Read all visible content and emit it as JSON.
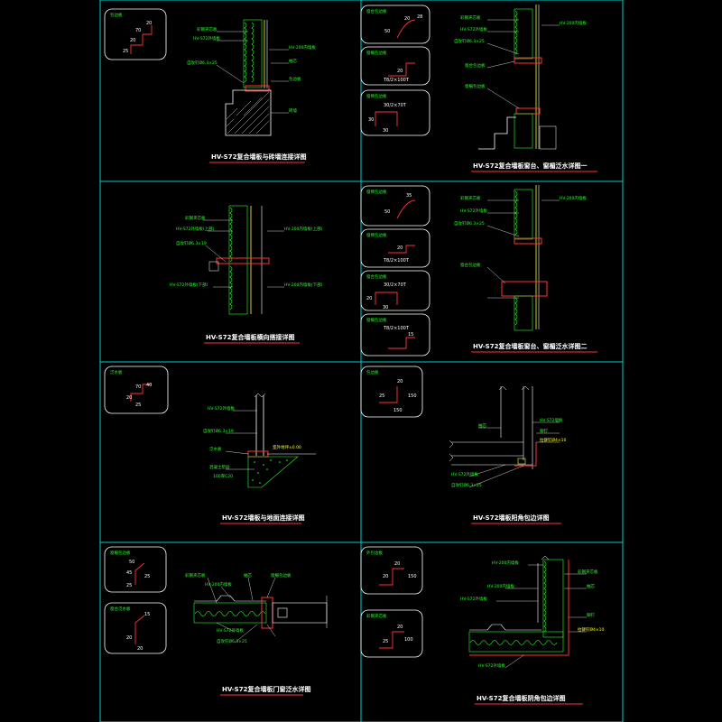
{
  "colors": {
    "background": "#000000",
    "frame": "#00cccc",
    "insul": "#2bff2b",
    "steel": "#ffffff",
    "flash": "#ff3333",
    "trim": "#ffff33",
    "box": "#ff2fff"
  },
  "panels": [
    {
      "title": "HV-S72复合墙板与砖墙连接详图",
      "callout_title": "包边板",
      "dims": [
        "20",
        "70",
        "20",
        "25"
      ],
      "labels": [
        "彩钢夹芯板",
        "HV-S72外墙板",
        "HV-200内墙板",
        "自攻钉Ø6.3×25",
        "抽芯",
        "包边板",
        "砖墙"
      ]
    },
    {
      "title": "HV-S72复合墙板窗台、窗楣泛水详图一",
      "callout_title": "窗台包边板",
      "dims": [
        "50",
        "20",
        "28",
        "20",
        "30",
        "30"
      ],
      "sub_callouts": [
        {
          "title": "窗楣包边板",
          "text": "T8/2×100T"
        },
        {
          "title": "窗侧包边板",
          "text": "30/2×70T"
        }
      ],
      "labels": [
        "彩钢夹芯板",
        "HV-S72外墙板",
        "HV-200内墙板",
        "自攻钉Ø6.3×25",
        "窗台包边板",
        "窗楣包边板"
      ]
    },
    {
      "title": "HV-S72复合墙板横向搭接详图",
      "callout_title": "",
      "dims": [],
      "labels": [
        "彩钢夹芯板",
        "HV-S72外墙板(上部)",
        "HV-200内墙板(上部)",
        "自攻钉Ø6.3×19",
        "HV-S72外墙板(下部)",
        "HV-200内墙板(下部)"
      ]
    },
    {
      "title": "HV-S72复合墙板窗台、窗楣泛水详图二",
      "callout_title": "窗侧包边板",
      "dims": [
        "50",
        "35",
        "20",
        "20",
        "30",
        "15"
      ],
      "sub_callouts": [
        {
          "title": "窗侧包边板",
          "text": "T8/2×100T"
        },
        {
          "title": "窗台包边板",
          "text": "30/2×70T"
        },
        {
          "title": "窗楣包边板",
          "text": "T8/2×100T"
        }
      ],
      "labels": [
        "彩钢夹芯板",
        "HV-S72外墙板",
        "自攻钉Ø6.3×25",
        "HV-200内墙板",
        "窗台包边板"
      ]
    },
    {
      "title": "HV-S72墙板与地面连接详图",
      "callout_title": "泛水板",
      "dims": [
        "70",
        "40",
        "20",
        "25"
      ],
      "labels": [
        "HV-S72外墙板",
        "自攻钉Ø6.3×19",
        "泛水板",
        "室外地坪±0.00",
        "混凝土垫层",
        "100厚C20"
      ]
    },
    {
      "title": "HV-S72墙板阳角包边详图",
      "callout_title": "包边板",
      "dims": [
        "25",
        "150",
        "20",
        "150"
      ],
      "labels": [
        "抽芯",
        "HV-S72墙板",
        "铆钉",
        "拉铆钉Ø4×10",
        "HV-S72外墙板",
        "自攻钉Ø6.3×25"
      ]
    },
    {
      "title": "HV-S72复合墙板门窗泛水详图",
      "callout_title": "窗楣包边板",
      "dims": [
        "50",
        "45",
        "25",
        "25",
        "15",
        "20",
        "20"
      ],
      "labels": [
        "彩钢夹芯板",
        "HV-200内墙板",
        "抽芯",
        "窗楣包边板",
        "窗台泛水板",
        "HV-S72外墙板",
        "自攻钉Ø6.3×25"
      ]
    },
    {
      "title": "HV-S72复合墙板阴角包边详图",
      "callout_title": "外包边板",
      "dims": [
        "20",
        "20",
        "150",
        "20",
        "25",
        "100"
      ],
      "labels": [
        "HV-200内墙板",
        "彩钢夹芯板",
        "HV-200内墙板",
        "抽芯",
        "HV-S72外墙板",
        "铆钉",
        "拉铆钉Ø4×10",
        "HV-S72外墙板"
      ]
    }
  ]
}
